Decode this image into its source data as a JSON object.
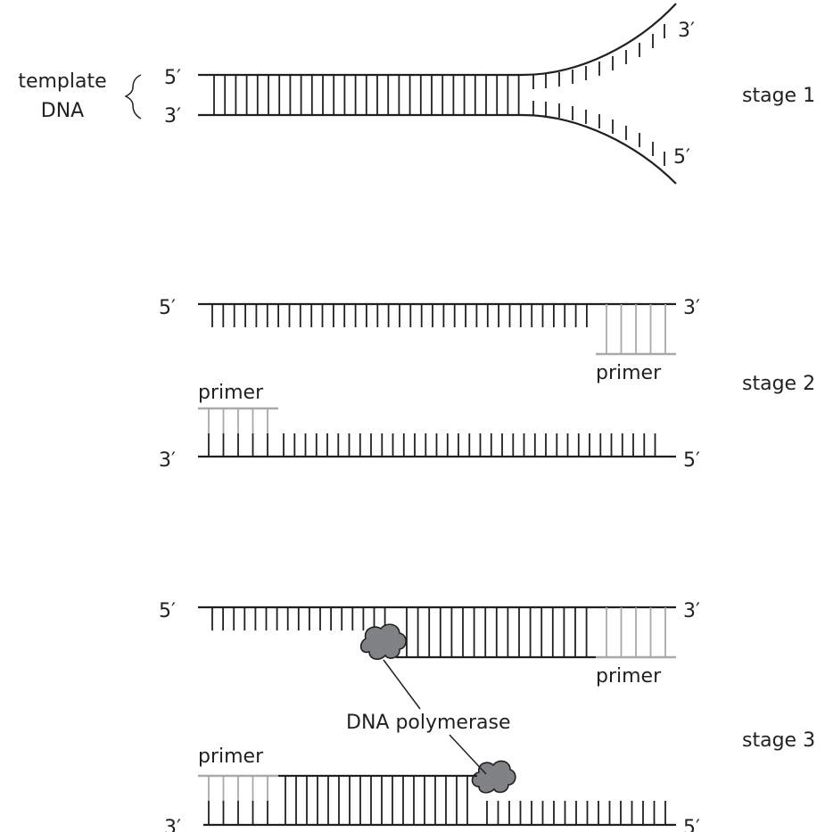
{
  "labels": {
    "template_line1": "template",
    "template_line2": "DNA",
    "five_prime": "5′",
    "three_prime": "3′",
    "primer": "primer",
    "dna_polymerase": "DNA polymerase"
  },
  "stages": [
    {
      "label": "stage 1"
    },
    {
      "label": "stage 2"
    },
    {
      "label": "stage 3"
    }
  ],
  "colors": {
    "strand": "#231f20",
    "primer": "#a7a9ac",
    "polymerase": "#808285"
  }
}
